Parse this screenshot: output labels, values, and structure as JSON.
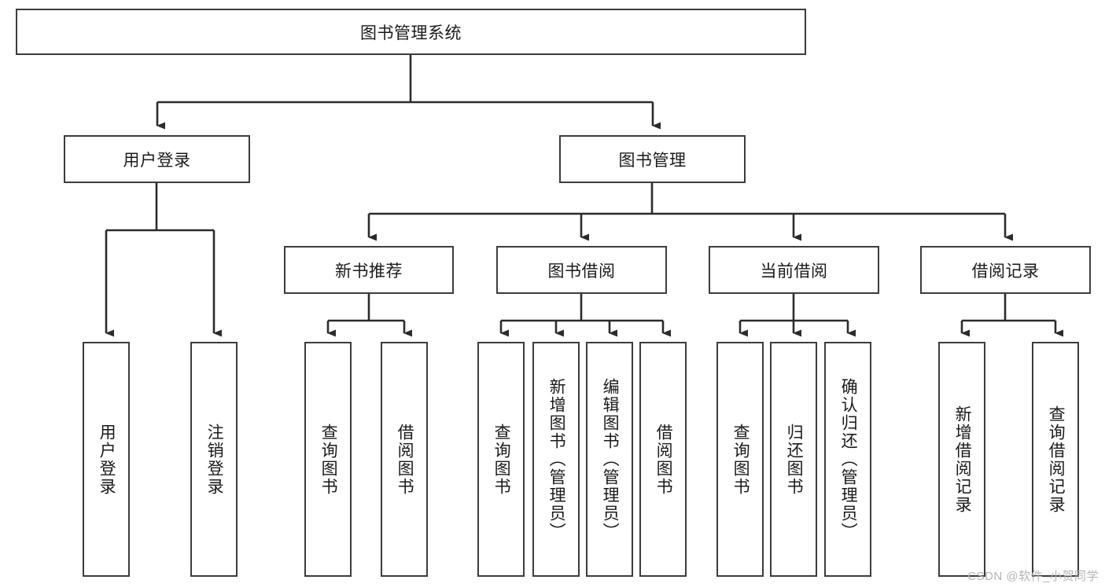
{
  "diagram": {
    "type": "hierarchy-tree",
    "title": "图书管理系统",
    "watermark": "CSDN @软件_小贺同学",
    "colors": {
      "box_border": "#3c3c3c",
      "box_fill": "#ffffff",
      "connector": "#2b2b2b",
      "text": "#1a1a1a",
      "watermark": "#b4b4b4"
    },
    "root": {
      "label": "图书管理系统",
      "orientation": "horizontal"
    },
    "level2": [
      {
        "label": "用户登录",
        "orientation": "horizontal"
      },
      {
        "label": "图书管理",
        "orientation": "horizontal"
      }
    ],
    "level3": [
      {
        "label": "新书推荐",
        "orientation": "horizontal"
      },
      {
        "label": "图书借阅",
        "orientation": "horizontal"
      },
      {
        "label": "当前借阅",
        "orientation": "horizontal"
      },
      {
        "label": "借阅记录",
        "orientation": "horizontal"
      }
    ],
    "leaves": {
      "user_login": [
        {
          "label": "用户登录",
          "orientation": "vertical"
        },
        {
          "label": "注销登录",
          "orientation": "vertical"
        }
      ],
      "new_book_recommend": [
        {
          "label": "查询图书",
          "orientation": "vertical"
        },
        {
          "label": "借阅图书",
          "orientation": "vertical"
        }
      ],
      "book_borrow": [
        {
          "label": "查询图书",
          "orientation": "vertical"
        },
        {
          "label": "新增图书（管理员）",
          "orientation": "vertical"
        },
        {
          "label": "编辑图书（管理员）",
          "orientation": "vertical"
        },
        {
          "label": "借阅图书",
          "orientation": "vertical"
        }
      ],
      "current_borrow": [
        {
          "label": "查询图书",
          "orientation": "vertical"
        },
        {
          "label": "归还图书",
          "orientation": "vertical"
        },
        {
          "label": "确认归还（管理员）",
          "orientation": "vertical"
        }
      ],
      "borrow_record": [
        {
          "label": "新增借阅记录",
          "orientation": "vertical"
        },
        {
          "label": "查询借阅记录",
          "orientation": "vertical"
        }
      ]
    }
  }
}
